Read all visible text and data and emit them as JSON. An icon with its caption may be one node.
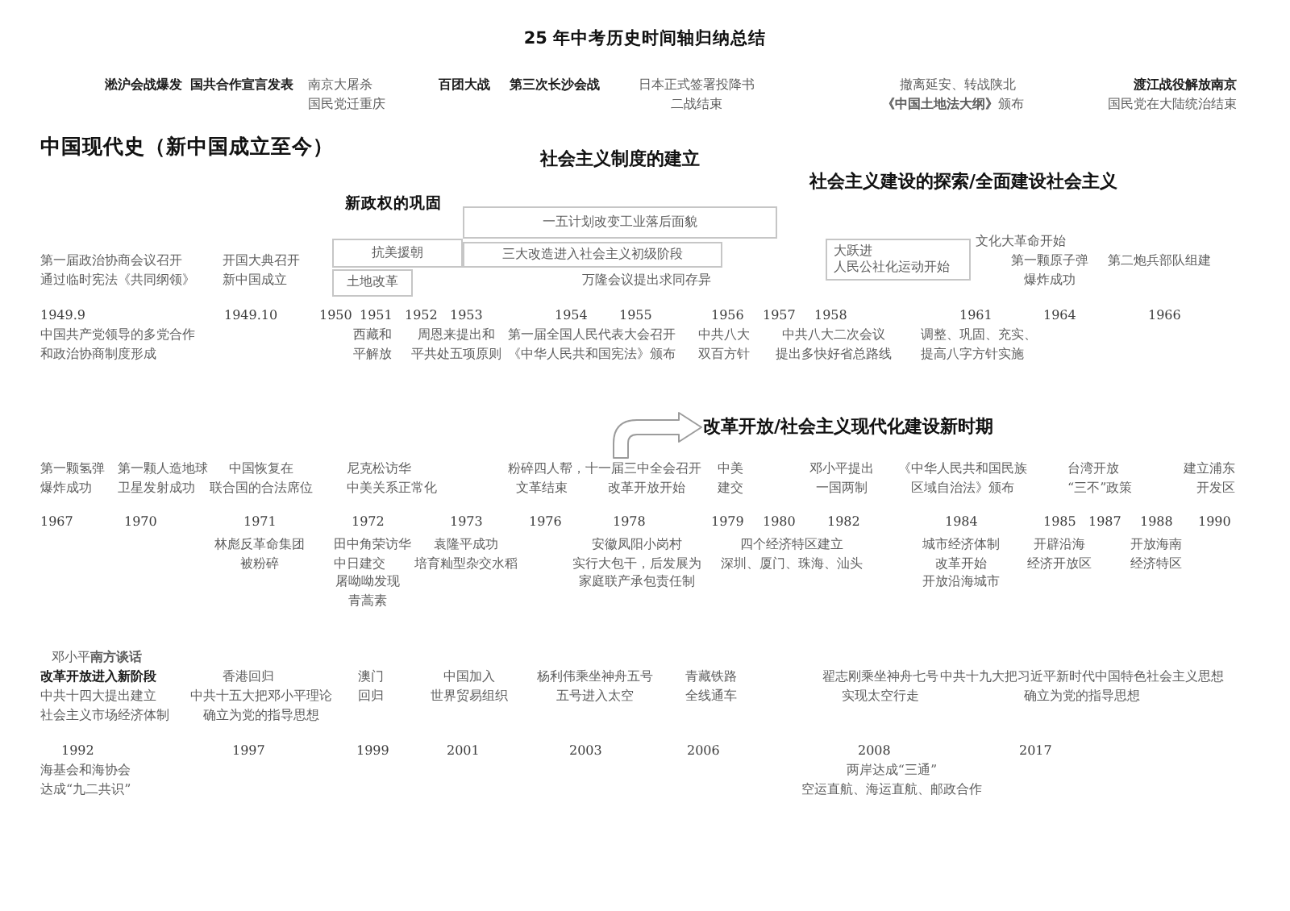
{
  "diagram": {
    "title": "25 年中考历史时间轴归纳总结",
    "nodes": [
      {
        "text": [
          "一五计划改变工业落后面貌"
        ]
      },
      {
        "text": [
          "抗美援朝"
        ]
      },
      {
        "text": [
          "三大改造进入社会主义初级阶段"
        ]
      },
      {
        "text": [
          "大跃进",
          "人民公社化运动开始"
        ]
      },
      {
        "text": [
          "土地改革"
        ]
      },
      {
        "text": [
          "改革开放/社会主义现代化建设新时期"
        ]
      }
    ],
    "edges": [
      {
        "from": null,
        "to": 5,
        "arrow": "to"
      }
    ],
    "labels": [
      "淞沪会战爆发",
      "国共合作宣言发表",
      "南京大屠杀",
      "国民党迁重庆",
      "百团大战",
      "第三次长沙会战",
      "日本正式签署投降书二战结束",
      "撤离延安、转战陕北",
      "渡江战役解放南京",
      "**《中国土地法大纲》**颁布",
      "国民党在大陆统治结束",
      "中国现代史（新中国成立至今）",
      "社会主义制度的建立",
      "社会主义建设的探索/全面建设社会主义",
      "新政权的巩固",
      "文化大革命开始",
      "第一届政治协商会议召开通过临时宪法《共同纲领》",
      "开国大典召开新中国成立",
      "第一颗原子弹爆炸成功",
      "第二炮兵部队组建",
      "万隆会议提出求同存异",
      "1949.9",
      "1949.10",
      "1950",
      "1951",
      "1952",
      "1953",
      "1954",
      "1955",
      "1956",
      "1957",
      "1958",
      "1961",
      "1964",
      "1966",
      "中国共产党领导的多党合作和政治协商制度形成",
      "西藏和平解放",
      "周恩来提出和平共处五项原则",
      "第一届全国人民代表大会召开《中华人民共和国宪法》颁布",
      "中共八大双百方针",
      "中共八大二次会议提出多快好省总路线",
      "调整、巩固、充实、提高八字方针实施",
      "第一颗氢弹爆炸成功",
      "第一颗人造地球卫星发射成功",
      "中国恢复在联合国的合法席位",
      "尼克松访华中美关系正常化",
      "粉碎四人帮，十一届三中全会召开",
      "文革结束",
      "改革开放开始",
      "中美建交",
      "邓小平提出一国两制",
      "《中华人民共和国民族区域自治法》颁布",
      "台湾开放“三不”政策",
      "建立浦东开发区",
      "1967",
      "1970",
      "1971",
      "1972",
      "1973",
      "1976",
      "1978",
      "1979",
      "1980",
      "1982",
      "1984",
      "1985",
      "1987",
      "1988",
      "1990",
      "林彪反革命集团被粉碎",
      "田中角荣访华中日建交",
      "袁隆平成功培育籼型杂交水稻",
      "安徽凤阳小岗村实行大包干，后发展为家庭联产承包责任制",
      "四个经济特区建立深圳、厦门、珠海、汕头",
      "城市经济体制改革开始开放沿海城市",
      "开辟沿海经济开放区",
      "开放海南经济特区",
      "屠呦呦发现青蒿素",
      "邓小平**南方谈话**",
      "改革开放进入新阶段",
      "香港回归",
      "澳门回归",
      "中国加入世界贸易组织",
      "杨利伟乘坐神舟五号五号进入太空",
      "青藏铁路全线通车",
      "翟志刚乘坐神舟七号实现太空行走",
      "中共十九大把习近平新时代中国特色社会主义思想确立为党的指导思想",
      "中共十四大提出建立社会主义市场经济体制",
      "中共十五大把邓小平理论确立为党的指导思想",
      "1992",
      "1997",
      "1999",
      "2001",
      "2003",
      "2006",
      "2008",
      "2017",
      "海基会和海协会达成“九二共识”",
      "两岸达成“三通”空运直航、海运直航、邮政合作"
    ]
  }
}
